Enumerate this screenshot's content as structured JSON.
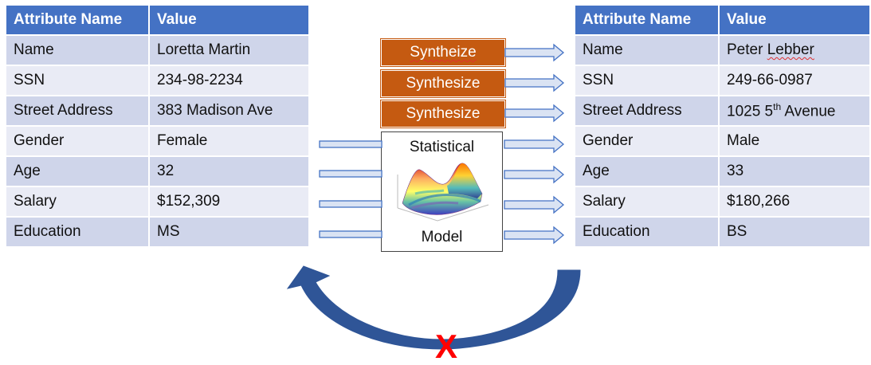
{
  "left_table": {
    "header": {
      "name": "Attribute Name",
      "value": "Value"
    },
    "rows": [
      {
        "name": "Name",
        "value": "Loretta Martin"
      },
      {
        "name": "SSN",
        "value": "234-98-2234"
      },
      {
        "name": "Street Address",
        "value": "383 Madison Ave"
      },
      {
        "name": "Gender",
        "value": "Female"
      },
      {
        "name": "Age",
        "value": "32"
      },
      {
        "name": "Salary",
        "value": "$152,309"
      },
      {
        "name": "Education",
        "value": "MS"
      }
    ]
  },
  "right_table": {
    "header": {
      "name": "Attribute Name",
      "value": "Value"
    },
    "rows": [
      {
        "name": "Name",
        "value_prefix": "Peter ",
        "value_spell": "Lebber"
      },
      {
        "name": "SSN",
        "value": "249-66-0987"
      },
      {
        "name": "Street Address",
        "value_prefix": "1025 5",
        "value_sup": "th",
        "value_suffix": " Avenue"
      },
      {
        "name": "Gender",
        "value": "Male"
      },
      {
        "name": "Age",
        "value": "33"
      },
      {
        "name": "Salary",
        "value": "$180,266"
      },
      {
        "name": "Education",
        "value": "BS"
      }
    ]
  },
  "synth_boxes": [
    "Syntheize",
    "Synthesize",
    "Synthesize"
  ],
  "model": {
    "label_top": "Statistical",
    "label_bottom": "Model"
  },
  "reverse_mark": "X",
  "colors": {
    "header": "#4472c4",
    "row_odd": "#cfd5ea",
    "row_even": "#e9ebf5",
    "synth": "#c55a11",
    "arrow_fill": "#dae3f3",
    "arrow_stroke": "#4472c4",
    "curve": "#2f5597",
    "x_mark": "#ff0000"
  }
}
